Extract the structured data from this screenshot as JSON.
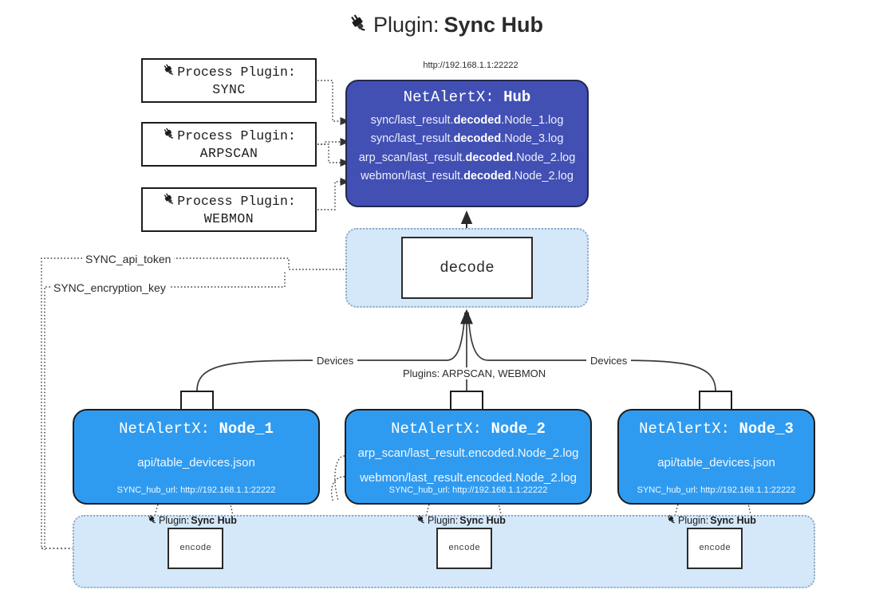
{
  "title": {
    "icon": "plug-icon",
    "prefix": "Plugin:",
    "name": "Sync Hub"
  },
  "hub": {
    "url": "http://192.168.1.1:22222",
    "title_prefix": "NetAlertX:",
    "title_name": "Hub",
    "loglines": [
      {
        "pre": "sync/last_result.",
        "mid": "decoded",
        "post": ".Node_1.log"
      },
      {
        "pre": "sync/last_result.",
        "mid": "decoded",
        "post": ".Node_3.log"
      },
      {
        "pre": "arp_scan/last_result.",
        "mid": "decoded",
        "post": ".Node_2.log"
      },
      {
        "pre": "webmon/last_result.",
        "mid": "decoded",
        "post": ".Node_2.log"
      }
    ]
  },
  "process_plugins": [
    {
      "icon": "plug-icon",
      "label": "Process Plugin:",
      "name": "SYNC"
    },
    {
      "icon": "plug-icon",
      "label": "Process Plugin:",
      "name": "ARPSCAN"
    },
    {
      "icon": "plug-icon",
      "label": "Process Plugin:",
      "name": "WEBMON"
    }
  ],
  "decode": {
    "label": "decode"
  },
  "tokens": {
    "api": "SYNC_api_token",
    "key": "SYNC_encryption_key"
  },
  "edge_labels": {
    "devices_left": "Devices",
    "devices_right": "Devices",
    "plugins": "Plugins: ARPSCAN, WEBMON"
  },
  "nodes": [
    {
      "title_prefix": "NetAlertX:",
      "title_name": "Node_1",
      "lines": [
        "api/table_devices.json"
      ],
      "hub_url": "SYNC_hub_url: http://192.168.1.1:22222"
    },
    {
      "title_prefix": "NetAlertX:",
      "title_name": "Node_2",
      "lines": [
        "arp_scan/last_result.encoded.Node_2.log",
        "webmon/last_result.encoded.Node_2.log"
      ],
      "hub_url": "SYNC_hub_url: http://192.168.1.1:22222"
    },
    {
      "title_prefix": "NetAlertX:",
      "title_name": "Node_3",
      "lines": [
        "api/table_devices.json"
      ],
      "hub_url": "SYNC_hub_url: http://192.168.1.1:22222"
    }
  ],
  "encoders": [
    {
      "icon": "plug-icon",
      "label": "Plugin:",
      "name": "Sync Hub",
      "box": "encode"
    },
    {
      "icon": "plug-icon",
      "label": "Plugin:",
      "name": "Sync Hub",
      "box": "encode"
    },
    {
      "icon": "plug-icon",
      "label": "Plugin:",
      "name": "Sync Hub",
      "box": "encode"
    }
  ],
  "colors": {
    "hub_fill": "#4250b4",
    "node_fill": "#2f9bf0",
    "band_fill": "#d4e8fa",
    "stroke": "#1c1c1c"
  }
}
